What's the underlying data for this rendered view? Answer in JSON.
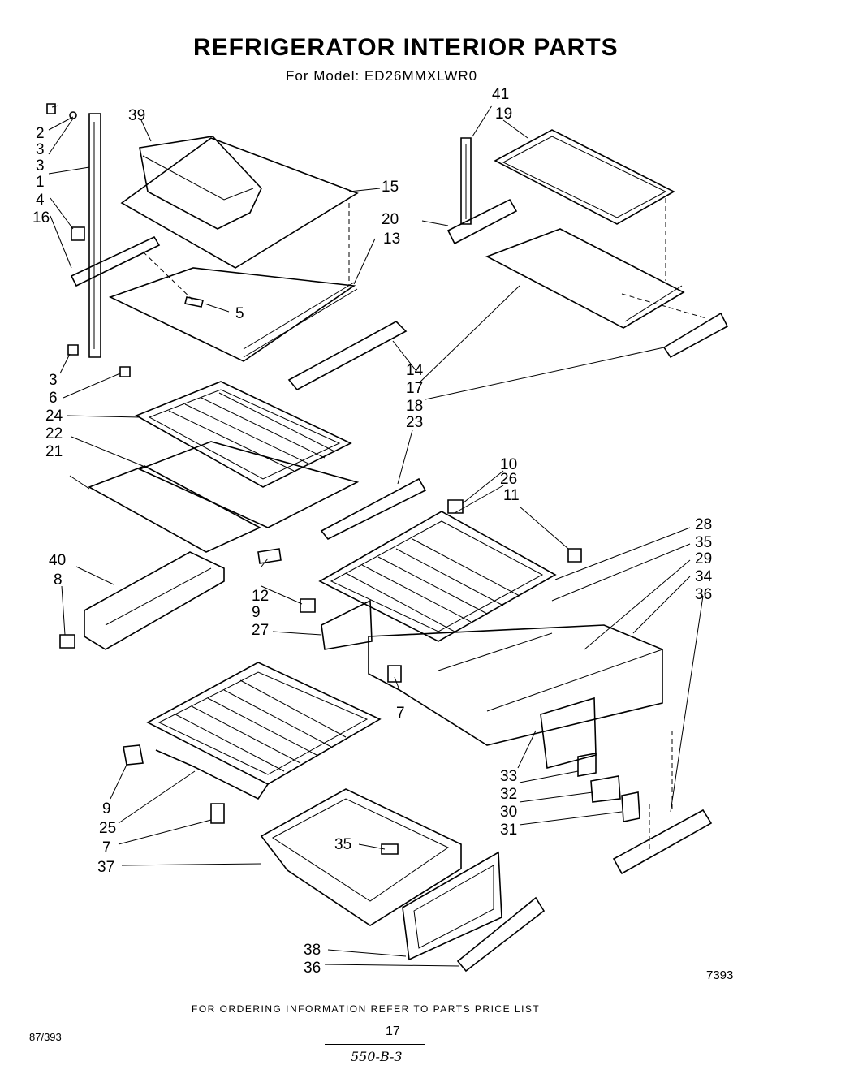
{
  "header": {
    "title": "REFRIGERATOR INTERIOR PARTS",
    "model_line": "For Model: ED26MMXLWR0"
  },
  "footer": {
    "figure_code": "7393",
    "ordering_note": "FOR ORDERING INFORMATION REFER TO PARTS PRICE LIST",
    "date_code": "87/393",
    "page_number": "17",
    "doc_ref": "550-B-3"
  },
  "callouts": [
    "2",
    "3",
    "3",
    "1",
    "4",
    "16",
    "39",
    "15",
    "5",
    "13",
    "41",
    "19",
    "20",
    "14",
    "17",
    "18",
    "3",
    "6",
    "24",
    "22",
    "23",
    "21",
    "10",
    "26",
    "11",
    "28",
    "35",
    "29",
    "34",
    "36",
    "40",
    "8",
    "12",
    "9",
    "27",
    "7",
    "33",
    "32",
    "30",
    "31",
    "9",
    "25",
    "7",
    "37",
    "35",
    "38",
    "36"
  ]
}
